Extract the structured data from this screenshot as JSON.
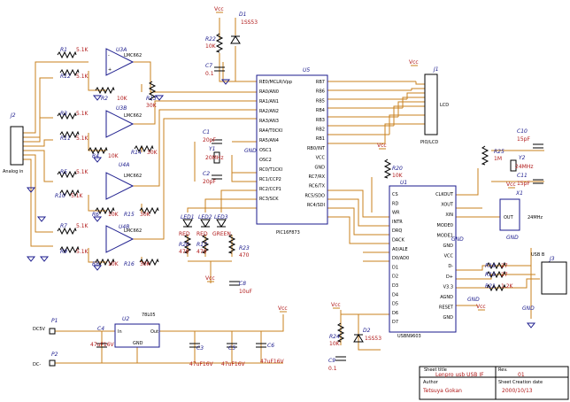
{
  "colors": {
    "wire": "#c8811e",
    "ref": "#1a1a8c",
    "value": "#b01818"
  },
  "u5": {
    "ref": "U5",
    "part": "PIC16F873",
    "pins_left": [
      "RE0/MCLR/Vpp",
      "RA0/AN0",
      "RA1/AN1",
      "RA2/AN2",
      "RA3/AN3",
      "RA4/T0CKI",
      "RA5/AN4",
      "OSC1",
      "OSC2",
      "RC0/T1CKI",
      "RC1/CCP2",
      "RC2/CCP1",
      "RC3/SCK"
    ],
    "pins_right": [
      "RB7",
      "RB6",
      "RB5",
      "RB4",
      "RB3",
      "RB2",
      "RB1",
      "RB0/INT",
      "VCC",
      "GND",
      "RC7/RX",
      "RC6/TX",
      "RC5/SDO",
      "RC4/SDI"
    ]
  },
  "u1": {
    "ref": "U1",
    "part": "USBN9603",
    "pins_left": [
      "CS",
      "RD",
      "WR",
      "INTR",
      "DRQ",
      "DACK",
      "A0/ALE",
      "D0/AD0",
      "D1",
      "D2",
      "D3",
      "D4",
      "D5",
      "D6",
      "D7"
    ],
    "pins_right": [
      "CLKOUT",
      "XOUT",
      "XIN",
      "MODE0",
      "MODE1",
      "GND",
      "VCC",
      "D-",
      "D+",
      "V3.3",
      "AGND",
      "RESET",
      "GND"
    ]
  },
  "u2": {
    "ref": "U2",
    "part": "78L05",
    "pins": [
      "In",
      "Out",
      "GND"
    ]
  },
  "opamps": [
    {
      "ref": "U3A",
      "part": "LMC662"
    },
    {
      "ref": "U3B",
      "part": "LMC662"
    },
    {
      "ref": "U4A",
      "part": "LMC662"
    },
    {
      "ref": "U4B",
      "part": "LMC662"
    }
  ],
  "connectors": {
    "j1": "J1",
    "j1_label": "LCD",
    "j1_sub": "PIO/LCD",
    "j2": "J2",
    "j2_label": "Analog in",
    "j3": "J3",
    "j3_label": "USB B",
    "p1": "P1",
    "p1_label": "DC5V",
    "p2": "P2",
    "p2_label": "DC-"
  },
  "resistors": [
    {
      "ref": "R1",
      "val": "5.1K"
    },
    {
      "ref": "R12",
      "val": "5.1K"
    },
    {
      "ref": "R2",
      "val": "10K"
    },
    {
      "ref": "R13",
      "val": "30K"
    },
    {
      "ref": "R3",
      "val": "5.1K"
    },
    {
      "ref": "R11",
      "val": "5.1K"
    },
    {
      "ref": "R4",
      "val": "10K"
    },
    {
      "ref": "R14",
      "val": "30K"
    },
    {
      "ref": "R5",
      "val": "5.1K"
    },
    {
      "ref": "R10",
      "val": "5.1K"
    },
    {
      "ref": "R6",
      "val": "10K"
    },
    {
      "ref": "R15",
      "val": "30K"
    },
    {
      "ref": "R7",
      "val": "5.1K"
    },
    {
      "ref": "R9",
      "val": "5.1K"
    },
    {
      "ref": "R8",
      "val": "10K"
    },
    {
      "ref": "R16",
      "val": "30K"
    },
    {
      "ref": "R22",
      "val": "10K"
    },
    {
      "ref": "R20",
      "val": "10K"
    },
    {
      "ref": "R25",
      "val": "1M"
    },
    {
      "ref": "R26",
      "val": "470"
    },
    {
      "ref": "R17",
      "val": "470"
    },
    {
      "ref": "R23",
      "val": "470"
    },
    {
      "ref": "R18",
      "val": "27"
    },
    {
      "ref": "R19",
      "val": "27"
    },
    {
      "ref": "R21",
      "val": "1.2K"
    },
    {
      "ref": "R24",
      "val": "10K"
    }
  ],
  "caps": [
    {
      "ref": "C7",
      "val": "0.1"
    },
    {
      "ref": "C1",
      "val": "20pF"
    },
    {
      "ref": "C2",
      "val": "20pF"
    },
    {
      "ref": "C8",
      "val": "10uF"
    },
    {
      "ref": "C10",
      "val": "15pF"
    },
    {
      "ref": "C11",
      "val": "15pF"
    },
    {
      "ref": "C9",
      "val": "0.1"
    },
    {
      "ref": "C4",
      "val": "47uF16V"
    },
    {
      "ref": "C3",
      "val": "47uF16V"
    },
    {
      "ref": "C5",
      "val": "47uF16V"
    },
    {
      "ref": "C6",
      "val": "47uF16V"
    }
  ],
  "crystals": [
    {
      "ref": "Y1",
      "val": "20MHz"
    },
    {
      "ref": "Y2",
      "val": "24MHz"
    },
    {
      "ref": "X1",
      "val": "24MHz"
    }
  ],
  "diodes": [
    {
      "ref": "D1",
      "val": "1SS53"
    },
    {
      "ref": "D2",
      "val": "1SS53"
    }
  ],
  "leds": {
    "refs": [
      "LED1",
      "LED2",
      "LED3"
    ],
    "colors": [
      "RED",
      "RED",
      "GREEN"
    ]
  },
  "labels": {
    "vcc": "Vcc",
    "gnd": "GND",
    "out": "OUT"
  },
  "title_block": {
    "sheet_title_label": "Sheet title",
    "sheet_title": "Lenpro usb USB IF",
    "rev_label": "Rev.",
    "rev": "01",
    "author_label": "Author",
    "author": "Tetsuya Gokan",
    "date_label": "Sheet Creation date",
    "date": "2000/10/13"
  }
}
